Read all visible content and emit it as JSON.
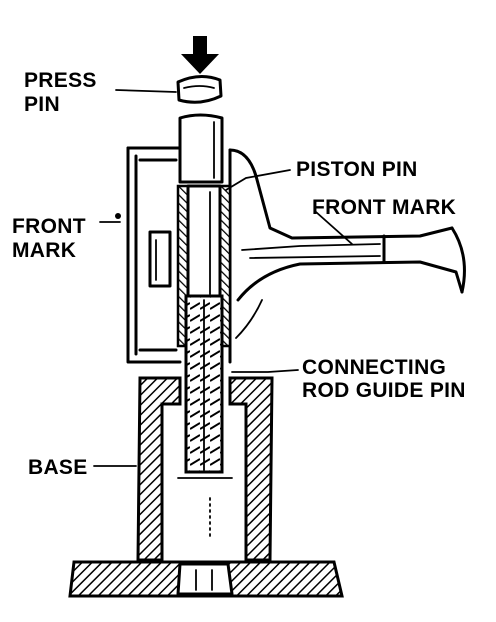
{
  "labels": {
    "press_pin_1": "PRESS",
    "press_pin_2": "PIN",
    "piston_pin": "PISTON PIN",
    "front_mark_right": "FRONT MARK",
    "front_mark_left_1": "FRONT",
    "front_mark_left_2": "MARK",
    "connecting_1": "CONNECTING",
    "connecting_2": "ROD GUIDE PIN",
    "base": "BASE"
  }
}
